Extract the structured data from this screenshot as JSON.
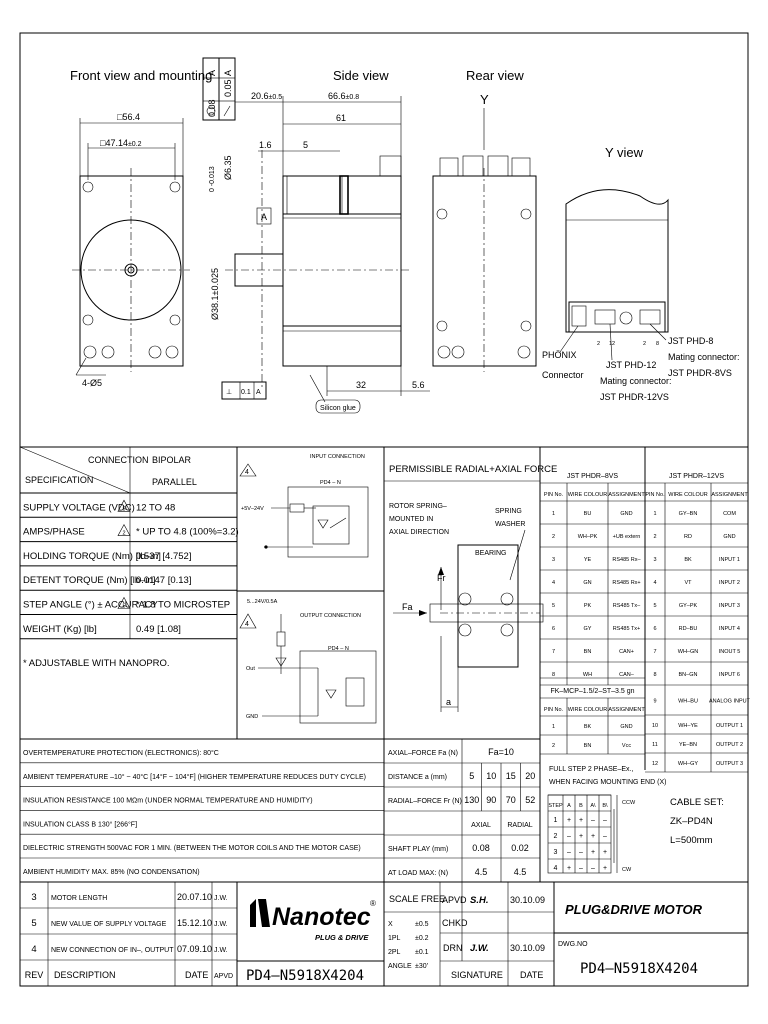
{
  "views": {
    "front": "Front view and mounting",
    "side": "Side view",
    "rear": "Rear view",
    "rear_axis": "Y",
    "y": "Y view"
  },
  "dims": {
    "d564": "56.4",
    "d4714": "47.14",
    "d4714_tol": "±0.2",
    "d4holes": "4-Ø5",
    "d206": "20.6",
    "d206_tol": "±0.5",
    "d666": "66.6",
    "d666_tol": "±0.8",
    "d61": "61",
    "d16": "1.6",
    "d5": "5",
    "d32": "32",
    "d56": "5.6",
    "shaft": "Ø6.35",
    "shaft_tol": "0 -0.013",
    "pilot": "Ø38.1±0.025",
    "tol1": "0.08",
    "tol2": "0.05",
    "tol3": "0.1",
    "datum": "A",
    "silicon": "Silicon glue",
    "warn": "4"
  },
  "y_view": {
    "phoenix": "PHÖNIX\nConnector",
    "phd12": "JST PHD-12",
    "phd12_mate": "Mating connector:",
    "phd12_part": "JST PHDR-12VS",
    "phd8": "JST PHD-8",
    "phd8_mate": "Mating connector:",
    "phd8_part": "JST PHDR-8VS",
    "pin2a": "2",
    "pin12": "12",
    "pin2b": "2",
    "pin8": "8"
  },
  "spec": {
    "connection": "CONNECTION",
    "specification": "SPECIFICATION",
    "bipolar": "BIPOLAR",
    "parallel": "PARALLEL",
    "rows": [
      {
        "label": "SUPPLY VOLTAGE (VDC)",
        "mark": "5",
        "value": "12 TO 48"
      },
      {
        "label": "AMPS/PHASE",
        "mark": "2",
        "value": "* UP TO 4.8 (100%=3.2)"
      },
      {
        "label": "HOLDING TORQUE (Nm) [lb–in]",
        "mark": "",
        "value": "0.537 [4.752]"
      },
      {
        "label": "DETENT TORQUE (Nm) [lb–in]",
        "mark": "",
        "value": "0.0147 [0.13]"
      },
      {
        "label": "STEP ANGLE (°) ± ACCURACY",
        "mark": "5",
        "value": "* 1.8 TO MICROSTEP"
      },
      {
        "label": "WEIGHT (Kg) [lb]",
        "mark": "",
        "value": "0.49 [1.08]"
      }
    ],
    "note": "* ADJUSTABLE WITH NANOPRO."
  },
  "circuit": {
    "input_title": "INPUT CONNECTION",
    "input_box": "PD4 – N",
    "input_v": "+5V–24V",
    "output_title": "OUTPUT CONNECTION",
    "output_box": "PD4 – N",
    "output_v": "5...24V/0.5A",
    "out": "Out",
    "gnd": "GND",
    "warn": "4"
  },
  "force": {
    "title": "PERMISSIBLE RADIAL+AXIAL FORCE",
    "rotor": "ROTOR SPRING–\nMOUNTED IN\nAXIAL DIRECTION",
    "spring": "SPRING\nWASHER",
    "bearing": "BEARING",
    "fr": "Fr",
    "fa": "Fa",
    "a": "a"
  },
  "jst8": {
    "title": "JST PHDR–8VS",
    "headers": [
      "PIN No.",
      "WIRE COLOUR",
      "ASSIGNMENT"
    ],
    "rows": [
      [
        "1",
        "BU",
        "GND"
      ],
      [
        "2",
        "WH–PK",
        "+UB extern"
      ],
      [
        "3",
        "YE",
        "RS485 Rx–"
      ],
      [
        "4",
        "GN",
        "RS485 Rx+"
      ],
      [
        "5",
        "PK",
        "RS485 Tx–"
      ],
      [
        "6",
        "GY",
        "RS485 Tx+"
      ],
      [
        "7",
        "BN",
        "CAN+"
      ],
      [
        "8",
        "WH",
        "CAN–"
      ]
    ]
  },
  "fk": {
    "title": "FK–MCP–1.5/2–ST–3.5 gn",
    "headers": [
      "PIN No.",
      "WIRE COLOUR",
      "ASSIGNMENT"
    ],
    "rows": [
      [
        "1",
        "BK",
        "GND"
      ],
      [
        "2",
        "BN",
        "Vcc"
      ]
    ]
  },
  "jst12": {
    "title": "JST PHDR–12VS",
    "headers": [
      "PIN No.",
      "WIRE COLOUR",
      "ASSIGNMENT"
    ],
    "rows": [
      [
        "1",
        "GY–BN",
        "COM"
      ],
      [
        "2",
        "RD",
        "GND"
      ],
      [
        "3",
        "BK",
        "INPUT 1"
      ],
      [
        "4",
        "VT",
        "INPUT 2"
      ],
      [
        "5",
        "GY–PK",
        "INPUT 3"
      ],
      [
        "6",
        "RD–BU",
        "INPUT 4"
      ],
      [
        "7",
        "WH–GN",
        "INOUT 5"
      ],
      [
        "8",
        "BN–GN",
        "INPUT 6"
      ],
      [
        "9",
        "WH–BU",
        "ANALOG INPUT"
      ],
      [
        "10",
        "WH–YE",
        "OUTPUT 1"
      ],
      [
        "11",
        "YE–BN",
        "OUTPUT 2"
      ],
      [
        "12",
        "WH–GY",
        "OUTPUT 3"
      ]
    ]
  },
  "notes": [
    "OVERTEMPERATURE PROTECTION (ELECTRONICS): 80°C",
    "AMBIENT TEMPERATURE –10° ~ 40°C [14°F ~ 104°F] (HIGHER TEMPERATURE REDUCES DUTY CYCLE)",
    "INSULATION RESISTANCE 100 MΩm (UNDER NORMAL TEMPERATURE AND HUMIDITY)",
    "INSULATION CLASS B 130° [266°F]",
    "DIELECTRIC STRENGTH 500VAC FOR 1 MIN. (BETWEEN THE MOTOR COILS AND THE MOTOR CASE)",
    "AMBIENT HUMIDITY MAX. 85% (NO CONDENSATION)"
  ],
  "axial": {
    "label1": "AXIAL–FORCE Fa (N)",
    "fa_val": "Fa=10",
    "label2": "DISTANCE a    (mm)",
    "dist": [
      "5",
      "10",
      "15",
      "20"
    ],
    "label3": "RADIAL–FORCE Fr (N)",
    "radial": [
      "130",
      "90",
      "70",
      "52"
    ],
    "axial_h": "AXIAL",
    "radial_h": "RADIAL",
    "play_label": "SHAFT PLAY (mm)",
    "play_axial": "0.08",
    "play_radial": "0.02",
    "load_label": "AT LOAD MAX: (N)",
    "load_axial": "4.5",
    "load_radial": "4.5"
  },
  "step": {
    "title": "FULL STEP 2 PHASE–Ex.,\nWHEN FACING MOUNTING END (X)",
    "headers": [
      "STEP",
      "A",
      "B",
      "A\\",
      "B\\"
    ],
    "rows": [
      [
        "1",
        "+",
        "+",
        "–",
        "–"
      ],
      [
        "2",
        "–",
        "+",
        "+",
        "–"
      ],
      [
        "3",
        "–",
        "–",
        "+",
        "+"
      ],
      [
        "4",
        "+",
        "–",
        "–",
        "+"
      ]
    ],
    "ccw": "CCW",
    "cw": "CW"
  },
  "cable": {
    "l1": "CABLE SET:",
    "l2": "ZK–PD4N",
    "l3": "L=500mm"
  },
  "revisions": [
    {
      "rev": "3",
      "desc": "MOTOR LENGTH",
      "date": "20.07.10",
      "apvd": "J.W."
    },
    {
      "rev": "5",
      "desc": "NEW VALUE OF SUPPLY VOLTAGE",
      "date": "15.12.10",
      "apvd": "J.W."
    },
    {
      "rev": "4",
      "desc": "NEW CONNECTION OF IN–, OUTPUT",
      "date": "07.09.10",
      "apvd": "J.W."
    }
  ],
  "rev_headers": {
    "rev": "REV",
    "desc": "DESCRIPTION",
    "date": "DATE",
    "apvd": "APVD"
  },
  "brand": {
    "name": "Nanotec",
    "reg": "®",
    "tag": "PLUG & DRIVE",
    "part": "PD4–N5918X4204"
  },
  "titleblock": {
    "scale": "SCALE FREE",
    "apvd": "APVD",
    "apvd_sig": "S.H.",
    "apvd_date": "30.10.09",
    "chkd": "CHKD",
    "drn": "DRN",
    "drn_sig": "J.W.",
    "drn_date": "30.10.09",
    "tol": [
      [
        "X",
        "±0.5"
      ],
      [
        "1PL",
        "±0.2"
      ],
      [
        "2PL",
        "±0.1"
      ],
      [
        "ANGLE",
        "±30'"
      ]
    ],
    "signature": "SIGNATURE",
    "date": "DATE",
    "product": "PLUG&DRIVE MOTOR",
    "dwg_no_label": "DWG.NO",
    "dwg_no": "PD4–N5918X4204"
  }
}
